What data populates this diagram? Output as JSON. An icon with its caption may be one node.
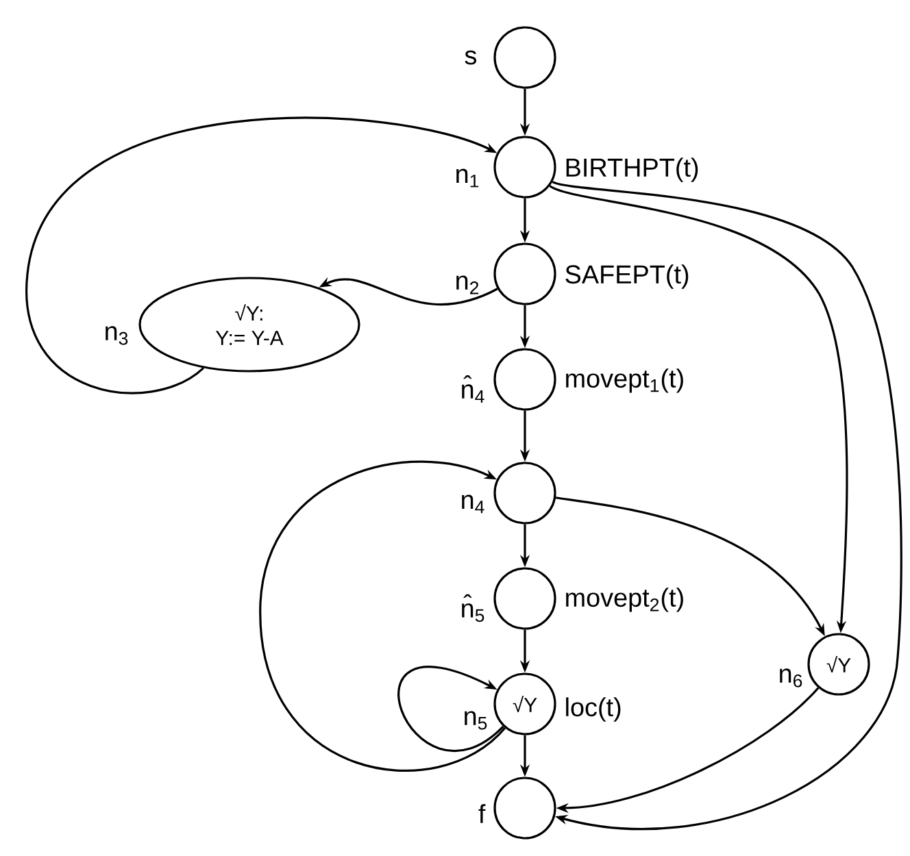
{
  "diagram": {
    "nodes": [
      {
        "text": [],
        "shape": "circle",
        "beside": [
          "s"
        ]
      },
      {
        "text": [],
        "shape": "circle",
        "beside": [
          "n$_{1}$",
          "BIRTHPT(t)"
        ]
      },
      {
        "text": [],
        "shape": "circle",
        "beside": [
          "n$_{2}$",
          "SAFEPT(t)"
        ]
      },
      {
        "text": [
          "√Y:",
          "Y:= Y-A"
        ],
        "beside": [
          "n$_{3}$"
        ]
      },
      {
        "text": [],
        "shape": "circle",
        "beside": [
          "n̂$_{4}$",
          "movept$_{1}$(t)"
        ]
      },
      {
        "text": [],
        "shape": "circle",
        "beside": [
          "n$_{4}$"
        ]
      },
      {
        "text": [],
        "shape": "circle",
        "beside": [
          "n̂$_{5}$",
          "movept$_{2}$(t)"
        ]
      },
      {
        "text": [
          "√Y"
        ],
        "beside": [
          "n$_{5}$",
          "loc(t)"
        ]
      },
      {
        "text": [
          "√Y"
        ],
        "beside": [
          "n$_{6}$"
        ]
      },
      {
        "text": [],
        "shape": "circle",
        "beside": [
          "f"
        ]
      }
    ],
    "edges": [
      {
        "from": 0,
        "to": 1,
        "arrow": "to"
      },
      {
        "from": 1,
        "to": 2,
        "arrow": "to"
      },
      {
        "from": 2,
        "to": 4,
        "arrow": "to"
      },
      {
        "from": 4,
        "to": 5,
        "arrow": "to"
      },
      {
        "from": 5,
        "to": 6,
        "arrow": "to"
      },
      {
        "from": 6,
        "to": 7,
        "arrow": "to"
      },
      {
        "from": 7,
        "to": 9,
        "arrow": "to"
      },
      {
        "from": 2,
        "to": 3,
        "arrow": "to"
      },
      {
        "from": 3,
        "to": 1,
        "arrow": "to"
      },
      {
        "from": 1,
        "to": 8,
        "arrow": "to"
      },
      {
        "from": 1,
        "to": 9,
        "arrow": "to"
      },
      {
        "from": 5,
        "to": 8,
        "arrow": "to"
      },
      {
        "from": 8,
        "to": 9,
        "arrow": "to"
      },
      {
        "from": 7,
        "to": 5,
        "arrow": "to"
      },
      {
        "from": 7,
        "to": 7,
        "arrow": "to"
      }
    ]
  }
}
